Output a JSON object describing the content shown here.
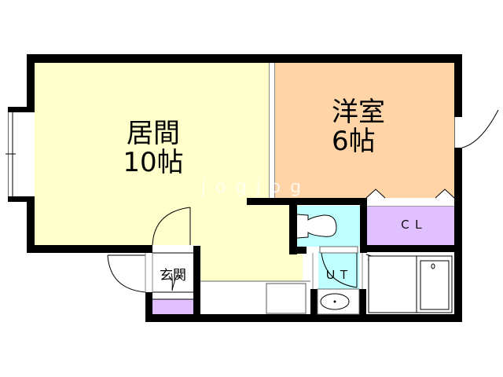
{
  "colors": {
    "living": "#ffffcc",
    "western_room": "#ffd5a8",
    "toilet": "#c0ffff",
    "closet": "#e0c0ff",
    "entrance_storage": "#e0c0ff",
    "wall": "#000000",
    "background": "#ffffff"
  },
  "rooms": {
    "living": {
      "name": "居間",
      "size": "10帖"
    },
    "western": {
      "name": "洋室",
      "size": "6帖"
    },
    "closet": {
      "name": "ＣＬ"
    },
    "unit_bath": {
      "name": "ＵＴ"
    },
    "entrance": {
      "name": "玄関"
    }
  },
  "watermark": "jogjog"
}
